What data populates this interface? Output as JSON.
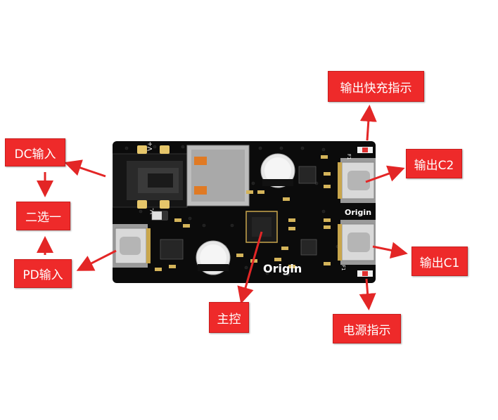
{
  "colors": {
    "label_bg": "#ee2a2a",
    "label_text": "#ffffff",
    "arrow": "#e32626",
    "board": "#0a0a0a"
  },
  "labels": {
    "dc_input": "DC输入",
    "select_one": "二选一",
    "pd_input": "PD输入",
    "main_control": "主控",
    "power_indicator": "电源指示",
    "output_c1": "输出C1",
    "output_c2": "输出C2",
    "fast_charge_indicator": "输出快充指示"
  },
  "board": {
    "logo_main": "Origin",
    "logo_small": "Origin",
    "silk_vplus": "V+",
    "silk_vminus": "V-",
    "silk_f1": "F1",
    "silk_f2": "F1"
  }
}
